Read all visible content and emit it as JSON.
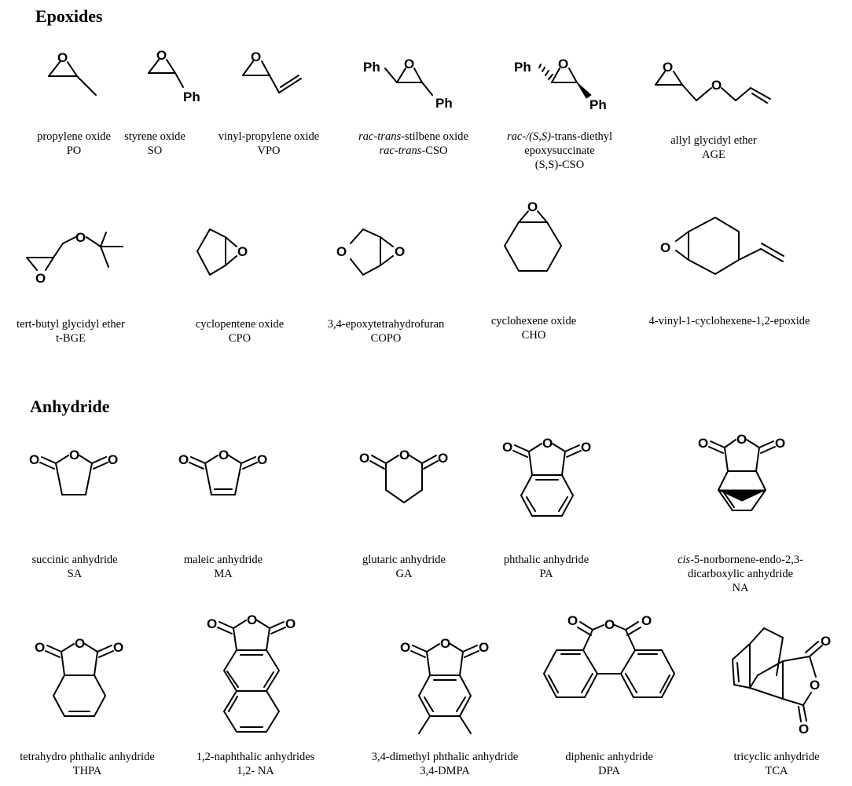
{
  "sections": {
    "epoxides_title": "Epoxides",
    "anhydride_title": "Anhydride"
  },
  "atoms": {
    "oxygen": "O",
    "phenyl": "Ph"
  },
  "compounds": {
    "po": {
      "name": "propylene oxide",
      "abbr": "PO"
    },
    "so": {
      "name": "styrene oxide",
      "abbr": "SO"
    },
    "vpo": {
      "name": "vinyl-propylene oxide",
      "abbr": "VPO"
    },
    "cso": {
      "name_prefix": "rac-trans",
      "name_rest": "-stilbene oxide",
      "abbr_prefix": "rac-trans",
      "abbr_rest": "-CSO"
    },
    "sscso": {
      "name_prefix": "rac-/(S,S)",
      "name_rest": "-trans-diethyl",
      "name_line2": "epoxysuccinate",
      "abbr": "(S,S)-CSO"
    },
    "age": {
      "name": "allyl glycidyl ether",
      "abbr": "AGE"
    },
    "tbge": {
      "name": "tert-butyl glycidyl ether",
      "abbr": "t-BGE"
    },
    "cpo": {
      "name": "cyclopentene oxide",
      "abbr": "CPO"
    },
    "copo": {
      "name": "3,4-epoxytetrahydrofuran",
      "abbr": "COPO"
    },
    "cho": {
      "name": "cyclohexene oxide",
      "abbr": "CHO"
    },
    "vche": {
      "name": "4-vinyl-1-cyclohexene-1,2-epoxide"
    },
    "sa": {
      "name": "succinic anhydride",
      "abbr": "SA"
    },
    "ma": {
      "name": "maleic anhydride",
      "abbr": "MA"
    },
    "ga": {
      "name": "glutaric anhydride",
      "abbr": "GA"
    },
    "pa": {
      "name": "phthalic anhydride",
      "abbr": "PA"
    },
    "na": {
      "name_prefix": "cis",
      "name_rest": "-5-norbornene-endo-2,3-",
      "name_line2": "dicarboxylic anhydride",
      "abbr": "NA"
    },
    "thpa": {
      "name": "tetrahydro phthalic anhydride",
      "abbr": "THPA"
    },
    "nap": {
      "name": "1,2-naphthalic anhydrides",
      "abbr": "1,2- NA"
    },
    "dmpa": {
      "name": "3,4-dimethyl phthalic anhydride",
      "abbr": "3,4-DMPA"
    },
    "dpa": {
      "name": "diphenic anhydride",
      "abbr": "DPA"
    },
    "tca": {
      "name": "tricyclic anhydride",
      "abbr": "TCA"
    }
  }
}
